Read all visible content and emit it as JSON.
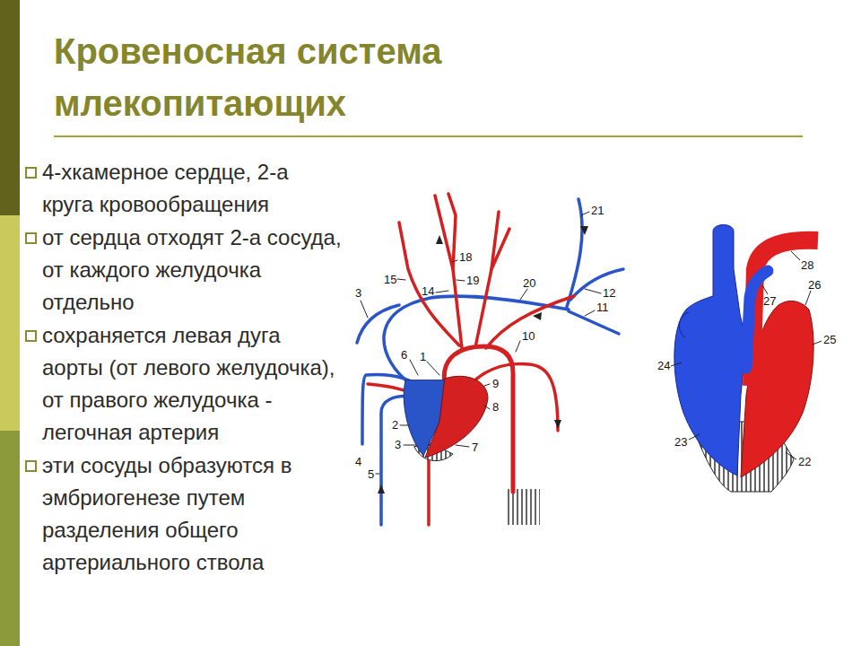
{
  "diagram": {
    "title": "Кровеносная система млекопитающих",
    "labels": [
      "4-хкамерное сердце, 2-а круга кровообращения",
      "от сердца отходят 2-а сосуда, от каждого желудочка отдельно",
      "сохраняется левая дуга аорты (от левого желудочка), от правого желудочка - легочная артерия",
      "эти сосуды образуются в эмбриогенезе путем разделения общего артериального ствола",
      "21",
      "18",
      "15",
      "14",
      "19",
      "20",
      "3",
      "12",
      "11",
      "10",
      "6",
      "1",
      "9",
      "2",
      "8",
      "3",
      "7",
      "4",
      "5",
      "28",
      "27",
      "26",
      "25",
      "24",
      "23",
      "22"
    ]
  }
}
